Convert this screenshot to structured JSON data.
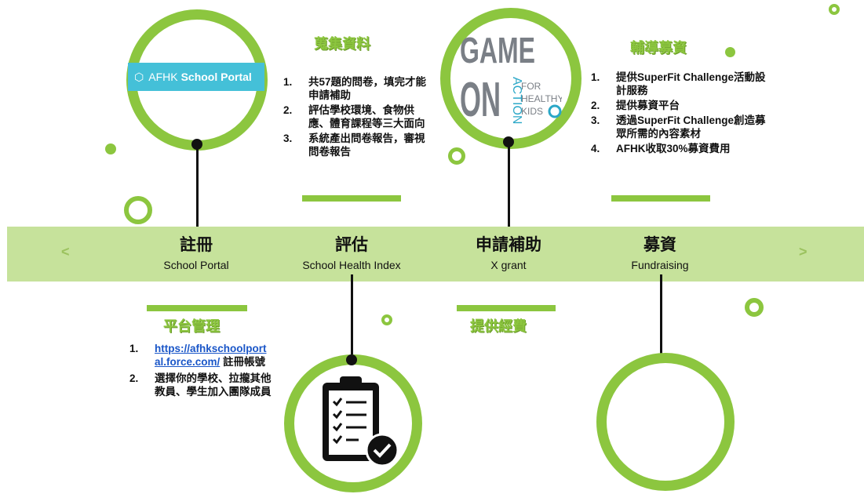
{
  "steps": [
    {
      "title": "註冊",
      "subtitle": "School Portal"
    },
    {
      "title": "評估",
      "subtitle": "School Health  Index"
    },
    {
      "title": "申請補助",
      "subtitle": "X grant"
    },
    {
      "title": "募資",
      "subtitle": "Fundraising"
    }
  ],
  "nav": {
    "prev": "<",
    "next": ">"
  },
  "portal_logo": {
    "brand": "AFHK",
    "text": "School Portal"
  },
  "gameon_logo": {
    "line1": "GAME",
    "line2": "ON",
    "vertical": "ACTION",
    "side1": "FOR",
    "side2": "HEALTHY",
    "side3": "KIDS"
  },
  "collect": {
    "heading": "蒐集資料",
    "items": [
      {
        "num": "1.",
        "text": "共57題的問卷，填完才能申請補助"
      },
      {
        "num": "2.",
        "text": "評估學校環境、食物供應、體育課程等三大面向"
      },
      {
        "num": "3.",
        "text": "系統產出問卷報告，審視問卷報告"
      }
    ]
  },
  "fund_help": {
    "heading": "輔導募資",
    "items": [
      {
        "num": "1.",
        "text": "提供SuperFit Challenge活動設計服務"
      },
      {
        "num": "2.",
        "text": "提供募資平台"
      },
      {
        "num": "3.",
        "text": "透過SuperFit Challenge創造募眾所需的內容素材"
      },
      {
        "num": "4.",
        "text": "AFHK收取30%募資費用"
      }
    ]
  },
  "platform": {
    "heading": "平台管理",
    "items": [
      {
        "num": "1.",
        "link": "https://afhkschoolport al.force.com/",
        "text": " 註冊帳號"
      },
      {
        "num": "2.",
        "text": "選擇你的學校、拉攏其他教員、學生加入團隊成員"
      }
    ]
  },
  "funding": {
    "heading": "提供經費"
  },
  "colors": {
    "accent": "#8cc63f",
    "band": "#c6e29b",
    "portal": "#44c0d8"
  }
}
